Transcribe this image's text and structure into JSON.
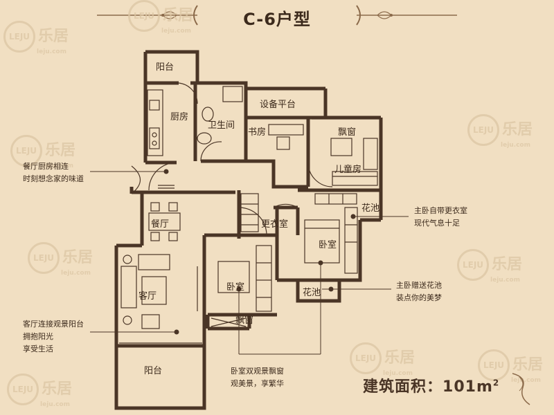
{
  "title": "C-6户型",
  "watermark": {
    "logo": "LEJU",
    "text": "乐居",
    "sub": "leju.com"
  },
  "rooms": {
    "balcony_top": "阳台",
    "kitchen": "厨房",
    "bathroom": "卫生间",
    "equipment_platform": "设备平台",
    "study": "书房",
    "bay_window_top": "飘窗",
    "kids_room": "儿童房",
    "dining": "餐厅",
    "walk_in_closet": "更衣室",
    "flower_bed_right": "花池",
    "master_bedroom": "卧室",
    "living_room": "客厅",
    "bedroom": "卧室",
    "flower_bed_bottom": "花池",
    "bay_window_bottom": "飘窗",
    "balcony_bottom": "阳台"
  },
  "annotations": {
    "dining_kitchen": [
      "餐厅厨房相连",
      "时刻想念家的味道"
    ],
    "living_balcony": [
      "客厅连接观景阳台",
      "拥抱阳光",
      "享受生活"
    ],
    "master_closet": [
      "主卧自带更衣室",
      "现代气息十足"
    ],
    "master_flower": [
      "主卧赠送花池",
      "装点你的美梦"
    ],
    "bedroom_bay": [
      "卧室双观景飘窗",
      "观美景，享繁华"
    ]
  },
  "area": {
    "label": "建筑面积：",
    "value": "101m",
    "unit_sup": "2"
  },
  "colors": {
    "background": "#f1dfc2",
    "wall": "#4a3526",
    "accent": "#8b6a4a"
  }
}
